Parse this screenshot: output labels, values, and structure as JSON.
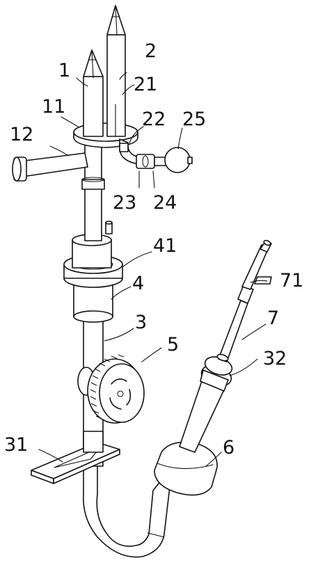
{
  "labels": [
    {
      "id": "1",
      "text": "1"
    },
    {
      "id": "2",
      "text": "2"
    },
    {
      "id": "21",
      "text": "21"
    },
    {
      "id": "11",
      "text": "11"
    },
    {
      "id": "22",
      "text": "22"
    },
    {
      "id": "25",
      "text": "25"
    },
    {
      "id": "12",
      "text": "12"
    },
    {
      "id": "23",
      "text": "23"
    },
    {
      "id": "24",
      "text": "24"
    },
    {
      "id": "41",
      "text": "41"
    },
    {
      "id": "71",
      "text": "71"
    },
    {
      "id": "4",
      "text": "4"
    },
    {
      "id": "7",
      "text": "7"
    },
    {
      "id": "3",
      "text": "3"
    },
    {
      "id": "5",
      "text": "5"
    },
    {
      "id": "32",
      "text": "32"
    },
    {
      "id": "31",
      "text": "31"
    },
    {
      "id": "6",
      "text": "6"
    }
  ]
}
